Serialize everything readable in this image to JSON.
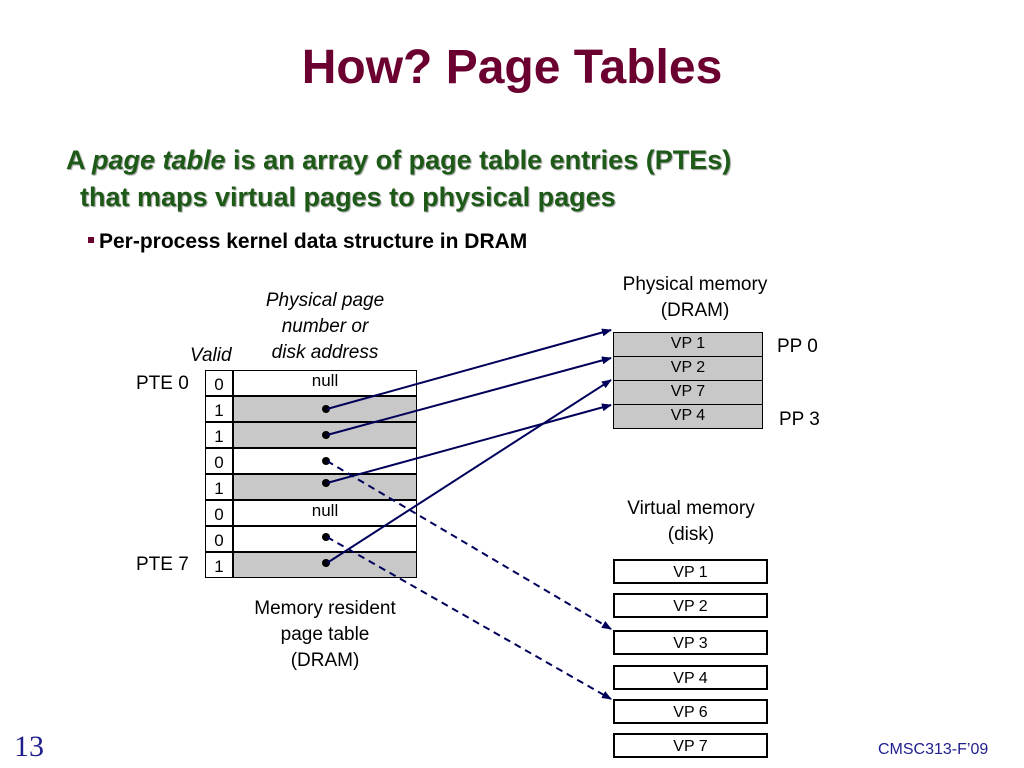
{
  "slide": {
    "title": "How?  Page Tables",
    "bullet1": {
      "prefix": "A ",
      "emph": "page table",
      "rest": " is an array of page table entries (PTEs)",
      "line2": "that maps virtual pages to physical pages"
    },
    "bullet2": "Per-process kernel data structure in DRAM",
    "slide_number": "13",
    "course": "CMSC313-F’09"
  },
  "page_table": {
    "caption_top": [
      "Physical page",
      "number or",
      "disk address"
    ],
    "valid_label": "Valid",
    "pte0_label": "PTE 0",
    "pte7_label": "PTE 7",
    "caption_bottom": [
      "Memory resident",
      "page table",
      "(DRAM)"
    ],
    "rows": [
      {
        "valid": "0",
        "content": "null",
        "kind": "null"
      },
      {
        "valid": "1",
        "content": "",
        "kind": "phys"
      },
      {
        "valid": "1",
        "content": "",
        "kind": "phys"
      },
      {
        "valid": "0",
        "content": "",
        "kind": "disk"
      },
      {
        "valid": "1",
        "content": "",
        "kind": "phys"
      },
      {
        "valid": "0",
        "content": "null",
        "kind": "null"
      },
      {
        "valid": "0",
        "content": "",
        "kind": "disk"
      },
      {
        "valid": "1",
        "content": "",
        "kind": "phys"
      }
    ]
  },
  "physical_memory": {
    "caption": [
      "Physical memory",
      "(DRAM)"
    ],
    "pages": [
      "VP 1",
      "VP 2",
      "VP 7",
      "VP 4"
    ],
    "pp0_label": "PP 0",
    "pp3_label": "PP 3"
  },
  "virtual_memory": {
    "caption": [
      "Virtual memory",
      "(disk)"
    ],
    "pages": [
      "VP 1",
      "VP 2",
      "VP 3",
      "VP 4",
      "VP 6",
      "VP 7"
    ]
  },
  "colors": {
    "title": "#6b0030",
    "bullet": "#1e5a17",
    "footer": "#1e1e8c",
    "shaded_cell": "#c8c8c8"
  }
}
